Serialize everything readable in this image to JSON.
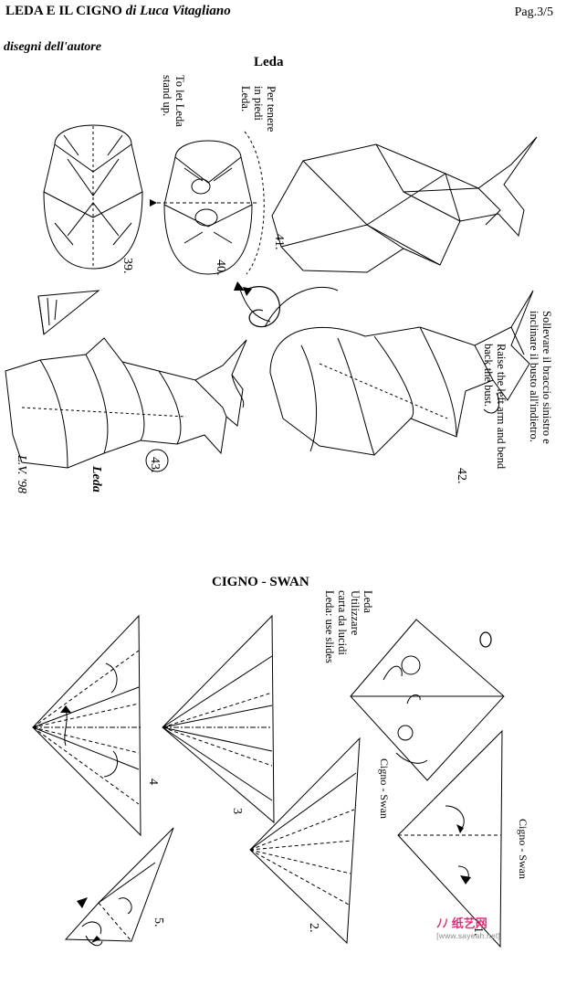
{
  "header": {
    "title": "LEDA E IL CIGNO",
    "author": "di Luca Vitagliano",
    "page": "Pag.3/5",
    "subtitle": "disegni dell'autore"
  },
  "leda_section": {
    "title": "Leda",
    "note_it": [
      "Per tenere",
      "in piedi",
      "Leda."
    ],
    "note_en": [
      "To let Leda",
      "stand up."
    ],
    "instruction_it": [
      "Sollevare il braccio sinistro e",
      "inclinare il busto all'indietro."
    ],
    "instruction_en": [
      "Raise the left arm and bend",
      "back the bust."
    ],
    "step_labels": [
      "39.",
      "40.",
      "41.",
      "42.",
      "43."
    ],
    "caption": "Leda",
    "signature": "L.V. '98"
  },
  "swan_section": {
    "title": "CIGNO - SWAN",
    "note": [
      "Leda",
      "Utilizzare",
      "carta da lucidi",
      "Leda: use slides"
    ],
    "label_cigno_1": "Cigno - Swan",
    "label_cigno_2": "Cigno - Swan",
    "step_labels": [
      "1.",
      "2.",
      "3",
      "4",
      "5."
    ]
  },
  "watermark": {
    "text": "ﾉﾉ 纸艺网",
    "url": "[www.sayeah.net]"
  }
}
